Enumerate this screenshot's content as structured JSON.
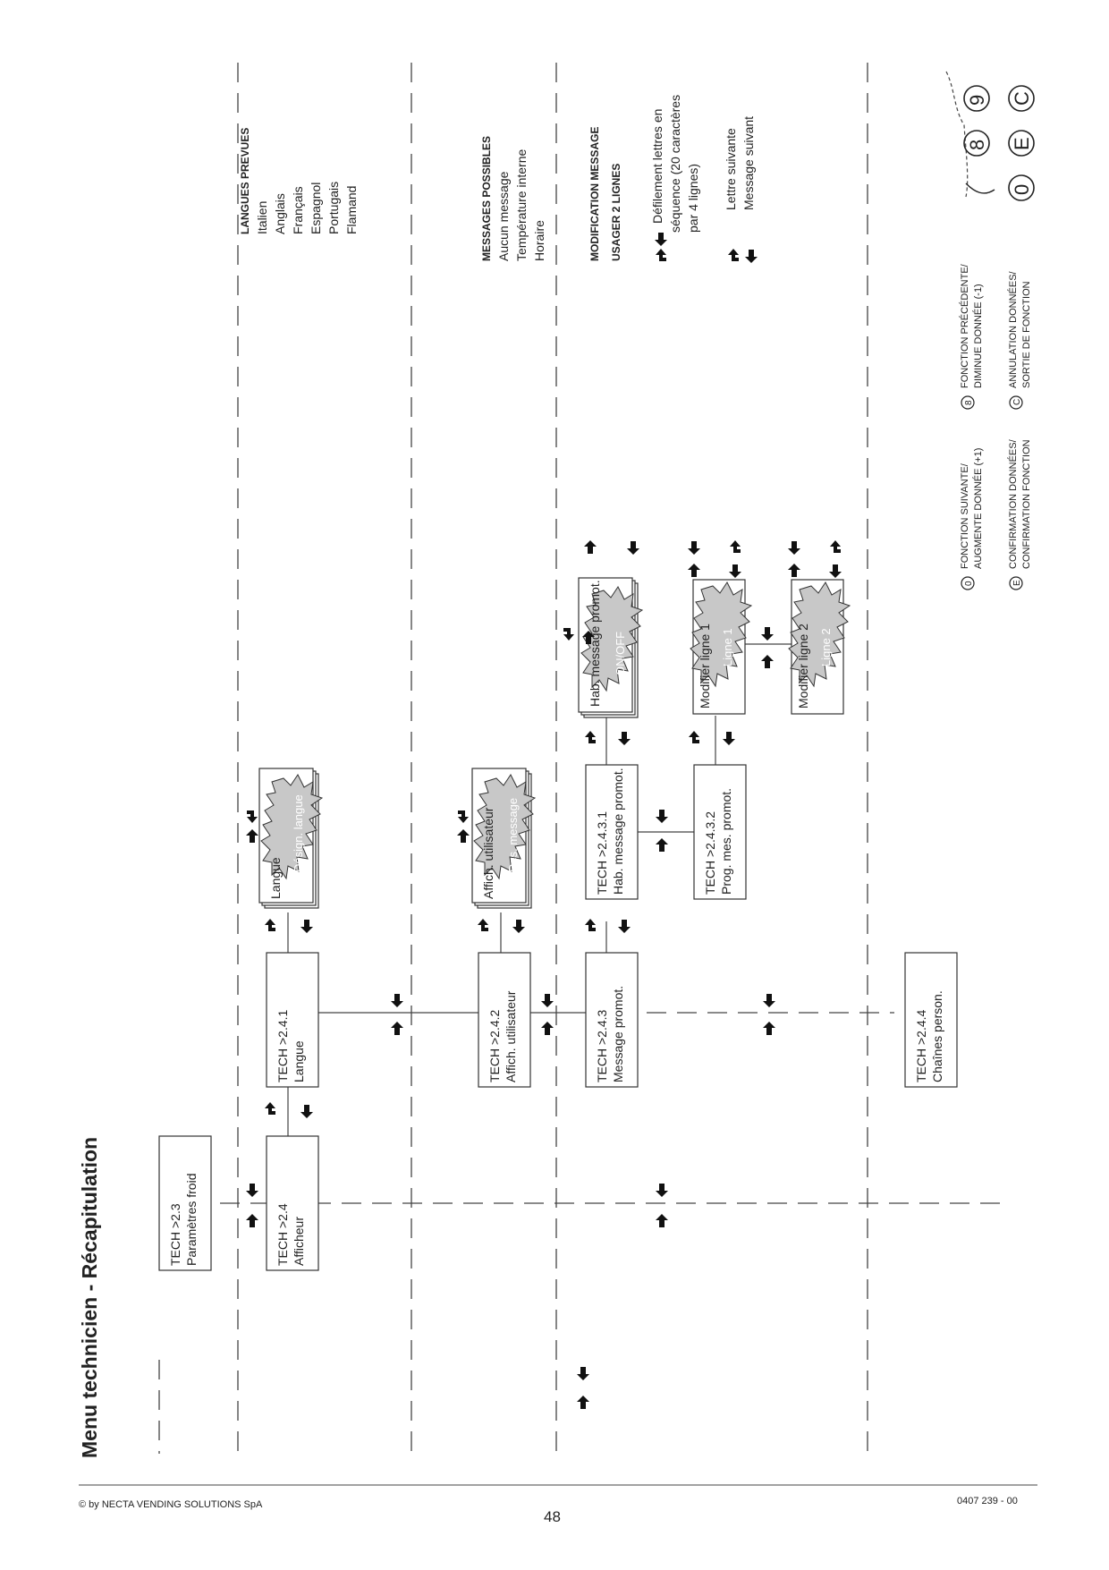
{
  "title": "Menu technicien - Récapitulation",
  "boxes": {
    "b23": {
      "code": "TECH  >2.3",
      "name": "Paramètres  froid"
    },
    "b24": {
      "code": "TECH  >2.4",
      "name": "Afficheur"
    },
    "b241": {
      "code": "TECH  >2.4.1",
      "name": "Langue"
    },
    "b242": {
      "code": "TECH  >2.4.2",
      "name": "Affich.  utilisateur"
    },
    "b243": {
      "code": "TECH  >2.4.3",
      "name": "Message  promot."
    },
    "b2431": {
      "code": "TECH  >2.4.3.1",
      "name": "Hab.  message  promot."
    },
    "b2432": {
      "code": "TECH  >2.4.3.2",
      "name": "Prog.  mes.  promot."
    },
    "b244": {
      "code": "TECH  >2.4.4",
      "name": "Chaînes  person."
    }
  },
  "bursts": {
    "langue": {
      "label": "Langue",
      "value": "Désign. langue"
    },
    "affich": {
      "label": "Affich.  utilisateur",
      "value": "Des. message"
    },
    "hab": {
      "label": "Hab.  message  promot.",
      "value": "ON/OFF"
    },
    "ligne1": {
      "label": "Modifier  ligne 1",
      "value": "Ligne  1"
    },
    "ligne2": {
      "label": "Modifier  ligne 2",
      "value": "Ligne  2"
    }
  },
  "langues": {
    "head": "LANGUES PREVUES",
    "items": [
      "Italien",
      "Anglais",
      "Français",
      "Espagnol",
      "Portugais",
      "Flamand"
    ]
  },
  "messages": {
    "head": "MESSAGES POSSIBLES",
    "items": [
      "Aucun  message",
      "Température  interne",
      "Horaire"
    ]
  },
  "modification": {
    "head1": "MODIFICATION MESSAGE",
    "head2": "USAGER 2 LIGNES",
    "line1": "Défilement lettres en",
    "line2": "séquence  (20  caractères",
    "line3": "par 4 lignes)",
    "line4": "Lettre  suivante",
    "line5": "Message  suivant"
  },
  "legend": {
    "k0_1": "FONCTION SUIVANTE/",
    "k0_2": "AUGMENTE DONNÉE (+1)",
    "k8_1": "FONCTION PRÉCÉDENTE/",
    "k8_2": "DIMINUE DONNÉE (-1)",
    "kE_1": "CONFIRMATION DONNÉES/",
    "kE_2": "CONFIRMATION FONCTION",
    "kC_1": "ANNULATION DONNÉES/",
    "kC_2": "SORTIE DE FONCTION",
    "keys": {
      "k0": "0",
      "k8": "8",
      "k9": "9",
      "kE": "E",
      "kC": "C"
    }
  },
  "footer": {
    "left": "© by NECTA VENDING SOLUTIONS SpA",
    "right": "0407 239 - 00",
    "page": "48"
  }
}
